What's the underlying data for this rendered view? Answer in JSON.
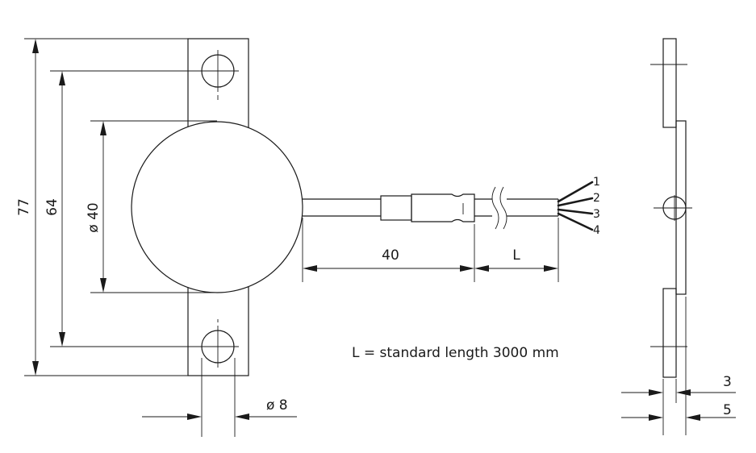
{
  "dimensions": {
    "overall_height": "77",
    "hole_spacing": "64",
    "body_diameter": "ø 40",
    "hole_diameter": "ø 8",
    "cable_segment": "40",
    "cable_length": "L",
    "side_thin": "3",
    "side_thick": "5"
  },
  "note": "L = standard length 3000 mm",
  "wires": [
    "1",
    "2",
    "3",
    "4"
  ]
}
